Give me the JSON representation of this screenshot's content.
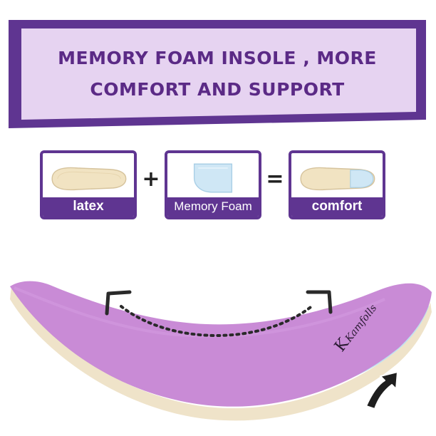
{
  "banner": {
    "line1": "MEMORY FOAM INSOLE , MORE",
    "line2": "COMFORT AND SUPPORT",
    "colors": {
      "frame": "#5f3591",
      "fill": "#e6d3f1",
      "text": "#5b2a86"
    }
  },
  "equation": {
    "items": [
      {
        "label": "latex",
        "icon": "latex-insole-image"
      },
      {
        "label": "Memory Foam",
        "icon": "memory-foam-heel-pad-image"
      },
      {
        "label": "comfort",
        "icon": "combined-insole-image"
      }
    ],
    "plus": "+",
    "equals": "="
  },
  "product": {
    "brand_logo": "K",
    "brand_script": "Kamfolls",
    "icons": [
      "flex-arc-arrow-icon",
      "upward-arrow-icon",
      "insole-image"
    ]
  }
}
